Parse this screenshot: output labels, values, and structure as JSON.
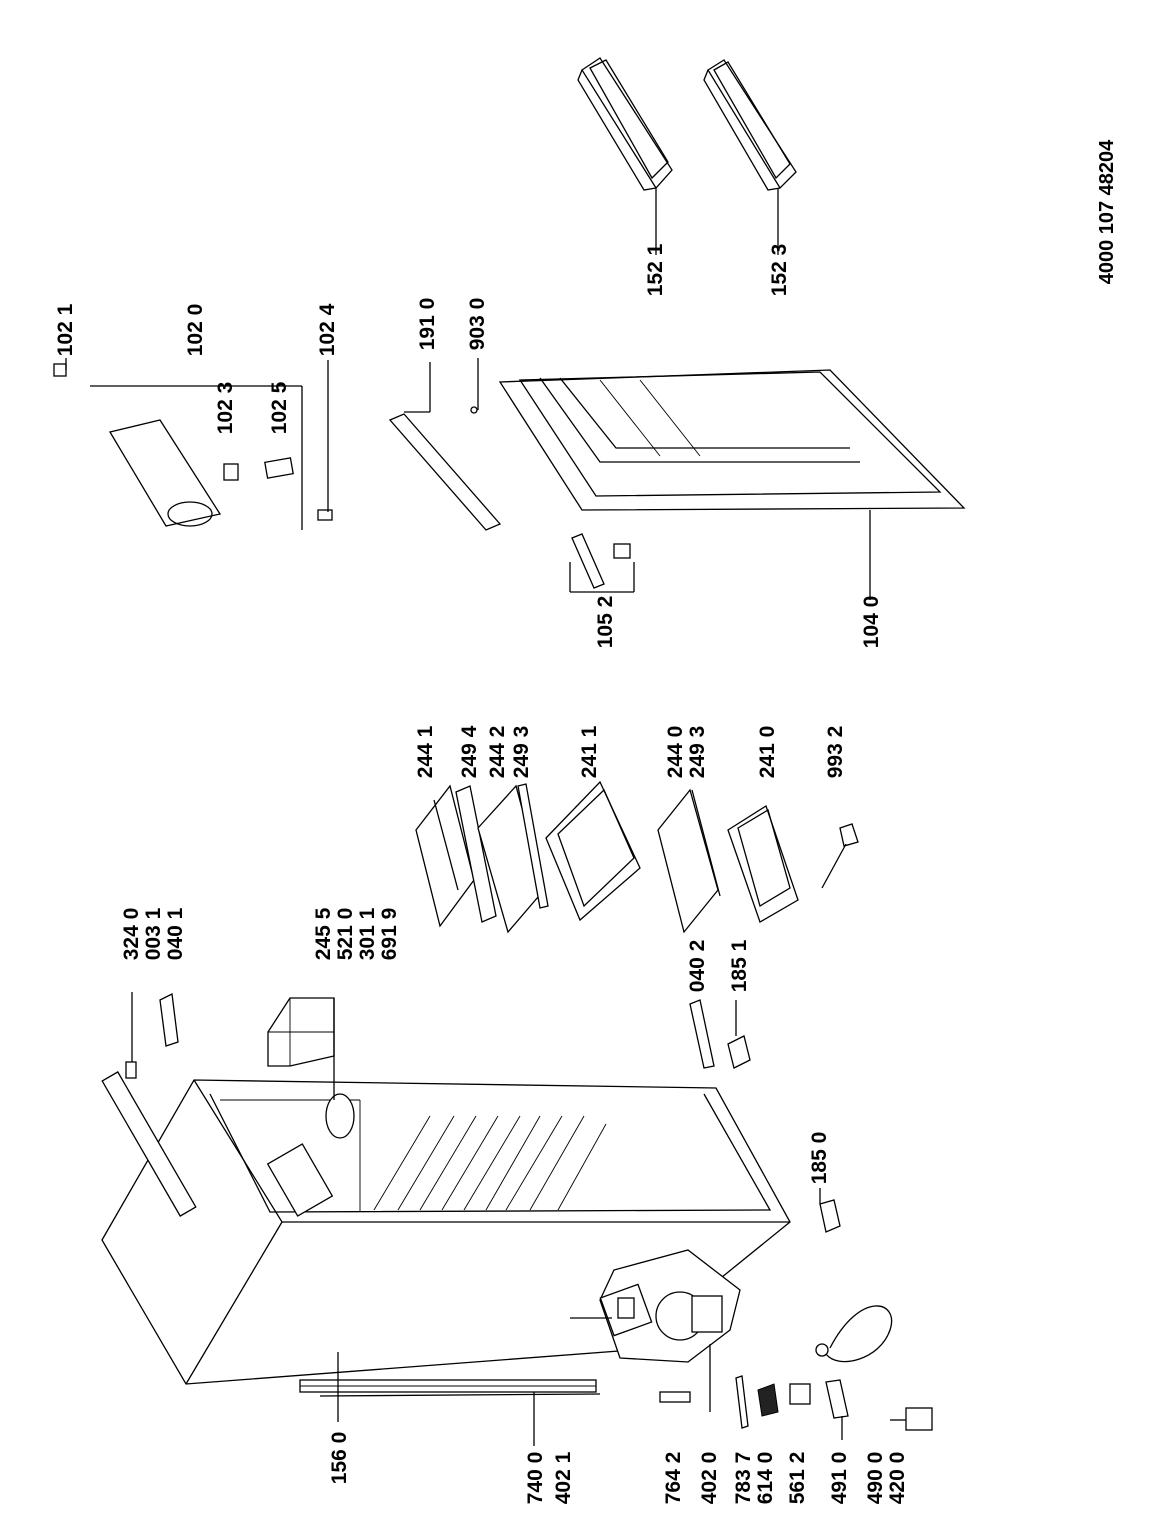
{
  "document_number": "4000 107 48204",
  "labels": {
    "p1021": "102 1",
    "p1020": "102 0",
    "p1024": "102 4",
    "p1023": "102 3",
    "p1025": "102 5",
    "p1910": "191 0",
    "p9030": "903 0",
    "p1521": "152 1",
    "p1523": "152 3",
    "p1052": "105 2",
    "p1040": "104 0",
    "p2441": "244 1",
    "p2494": "249 4",
    "p2442": "244 2",
    "p2493a": "249 3",
    "p2411": "241 1",
    "p2440": "244 0",
    "p2493b": "249 3",
    "p2410": "241 0",
    "p9932": "993 2",
    "p3240": "324 0",
    "p0031": "003 1",
    "p0401": "040 1",
    "p2455": "245 5",
    "p5210": "521 0",
    "p3011": "301 1",
    "p6919": "691 9",
    "p0402": "040 2",
    "p1851": "185 1",
    "p1850": "185 0",
    "p1560": "156 0",
    "p7400": "740 0",
    "p4021": "402 1",
    "p7642": "764 2",
    "p4020": "402 0",
    "p7837": "783 7",
    "p6140": "614 0",
    "p5612": "561 2",
    "p4910": "491 0",
    "p4900": "490 0",
    "p4200": "420 0"
  }
}
